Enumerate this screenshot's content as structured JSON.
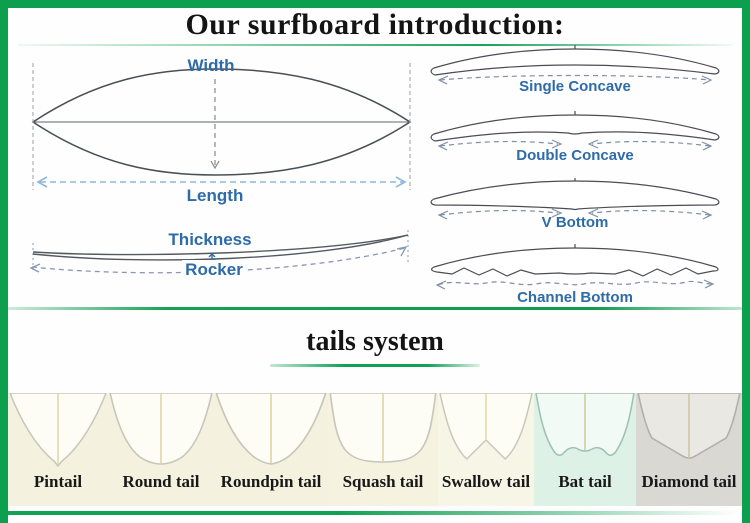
{
  "header": {
    "title": "Our surfboard introduction:"
  },
  "dimensions": {
    "width_label": "Width",
    "length_label": "Length",
    "thickness_label": "Thickness",
    "rocker_label": "Rocker"
  },
  "bottom_contours": {
    "items": [
      {
        "label": "Single Concave"
      },
      {
        "label": "Double Concave"
      },
      {
        "label": "V Bottom"
      },
      {
        "label": "Channel Bottom"
      }
    ]
  },
  "tails": {
    "title": "tails system",
    "items": [
      {
        "label": "Pintail",
        "bg": "#f4f1de"
      },
      {
        "label": "Round tail",
        "bg": "#f4f1de"
      },
      {
        "label": "Roundpin tail",
        "bg": "#f4f1de"
      },
      {
        "label": "Squash tail",
        "bg": "#f5f2e0"
      },
      {
        "label": "Swallow tail",
        "bg": "#f7f5e6"
      },
      {
        "label": "Bat tail",
        "bg": "#def1e7"
      },
      {
        "label": "Diamond tail",
        "bg": "#d9d8d3"
      }
    ]
  },
  "colors": {
    "frame_green": "#0ca04e",
    "accent_green": "#12a155",
    "label_blue": "#2e6ba8",
    "diagram_line": "#4c4c55",
    "arrow_slate": "#7e8fa6",
    "length_arrow_blue": "#8fb8da"
  }
}
